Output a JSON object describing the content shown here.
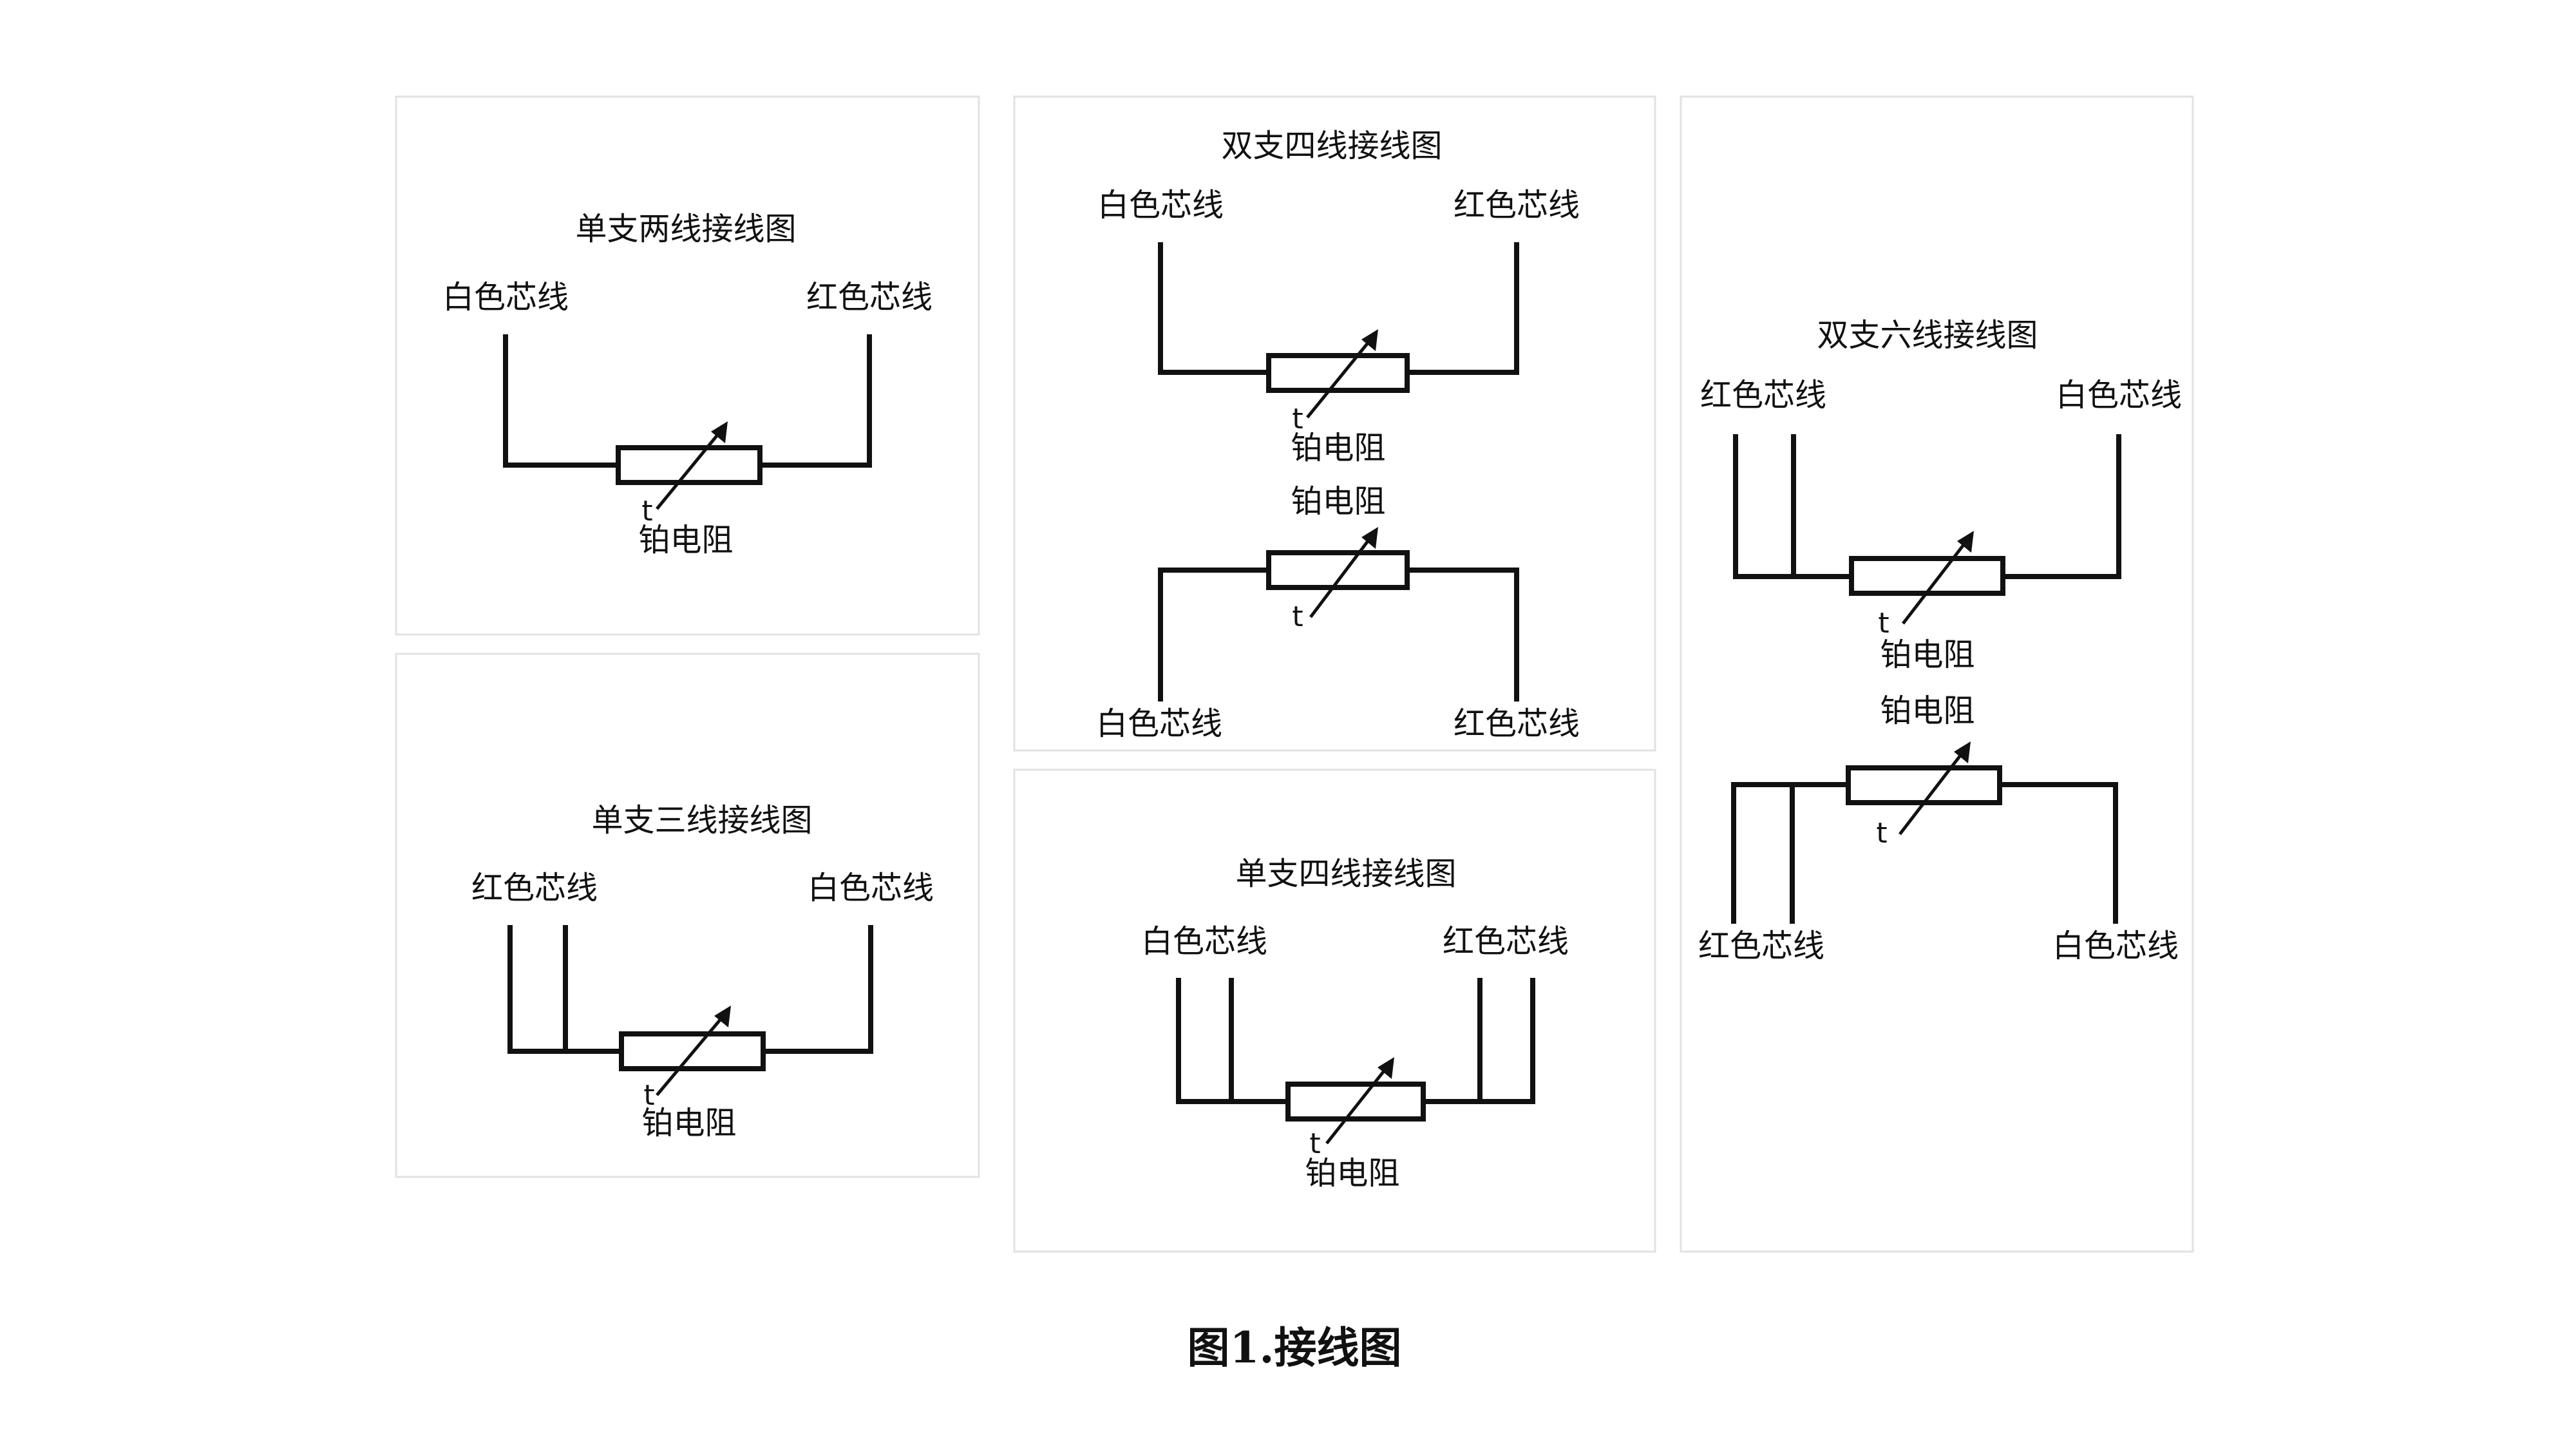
{
  "figure_caption": "图1.接线图",
  "labels": {
    "white_core": "白色芯线",
    "red_core": "红色芯线",
    "platinum_resistor": "铂电阻",
    "temperature_symbol": "t"
  },
  "panels": {
    "single_two_wire": {
      "title": "单支两线接线图"
    },
    "single_three_wire": {
      "title": "单支三线接线图"
    },
    "double_four_wire": {
      "title": "双支四线接线图"
    },
    "single_four_wire": {
      "title": "单支四线接线图"
    },
    "double_six_wire": {
      "title": "双支六线接线图"
    }
  },
  "colors": {
    "line": "#111111",
    "frame": "#e2e2e2",
    "background": "#ffffff"
  }
}
